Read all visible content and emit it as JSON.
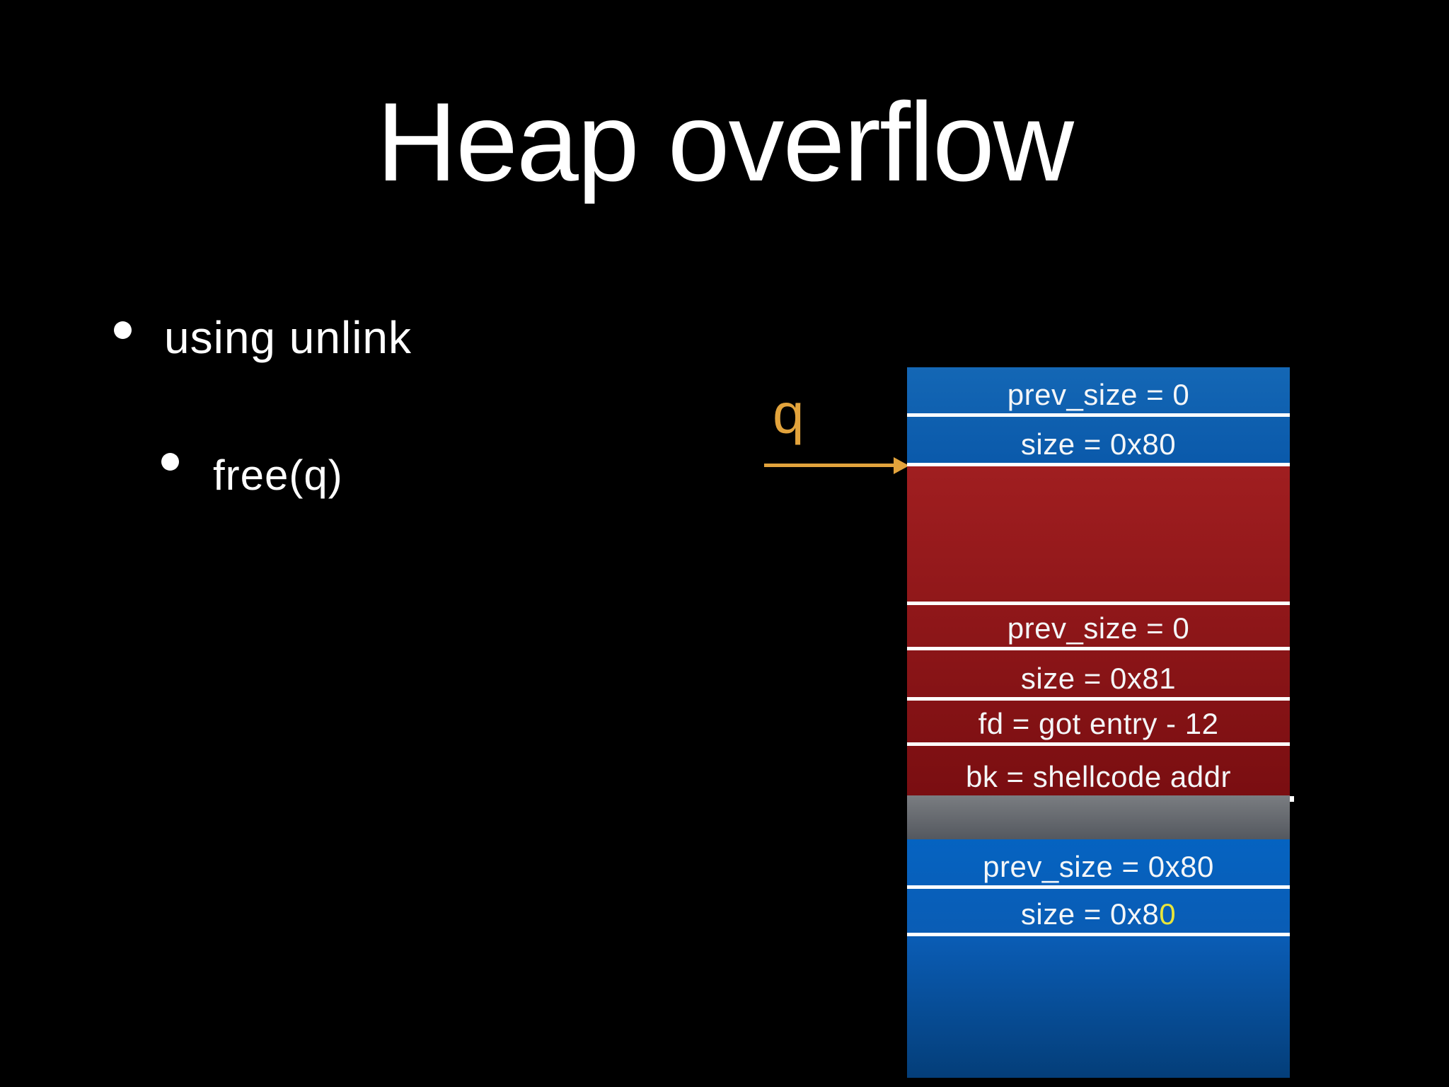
{
  "slide": {
    "title": "Heap overflow",
    "bullets": [
      {
        "level": 1,
        "label": "using unlink"
      },
      {
        "level": 2,
        "label": "free(q)"
      }
    ]
  },
  "diagram": {
    "pointer": {
      "label": "q",
      "icon": "right-arrow"
    },
    "icons": {
      "bullet": "filled-circle"
    },
    "chunks": [
      {
        "name": "chunk-q-header",
        "color_key": "blue",
        "rows": [
          {
            "label": "prev_size = 0"
          },
          {
            "label": "size = 0x80"
          }
        ]
      },
      {
        "name": "overflowed-chunk",
        "color_key": "red",
        "rows": [
          {
            "label": ""
          },
          {
            "label": "prev_size = 0"
          },
          {
            "label": "size = 0x81"
          },
          {
            "label": "fd = got entry - 12"
          },
          {
            "label": "bk = shellcode addr"
          }
        ]
      },
      {
        "name": "padding-band",
        "color_key": "gray",
        "rows": []
      },
      {
        "name": "next-chunk",
        "color_key": "blue",
        "rows": [
          {
            "label": "prev_size = 0x80"
          },
          {
            "parts": [
              {
                "text": "size = 0x8"
              },
              {
                "text": "0",
                "highlight": true
              }
            ]
          },
          {
            "label": ""
          }
        ]
      }
    ],
    "colors": {
      "blue": "#0c60b2",
      "red": "#8e1416",
      "gray": "#6e7277",
      "divider": "#ffffff",
      "accent_orange": "#e2a33c",
      "highlight_yellow": "#e8e53b",
      "background": "#000000",
      "text": "#ffffff"
    }
  }
}
